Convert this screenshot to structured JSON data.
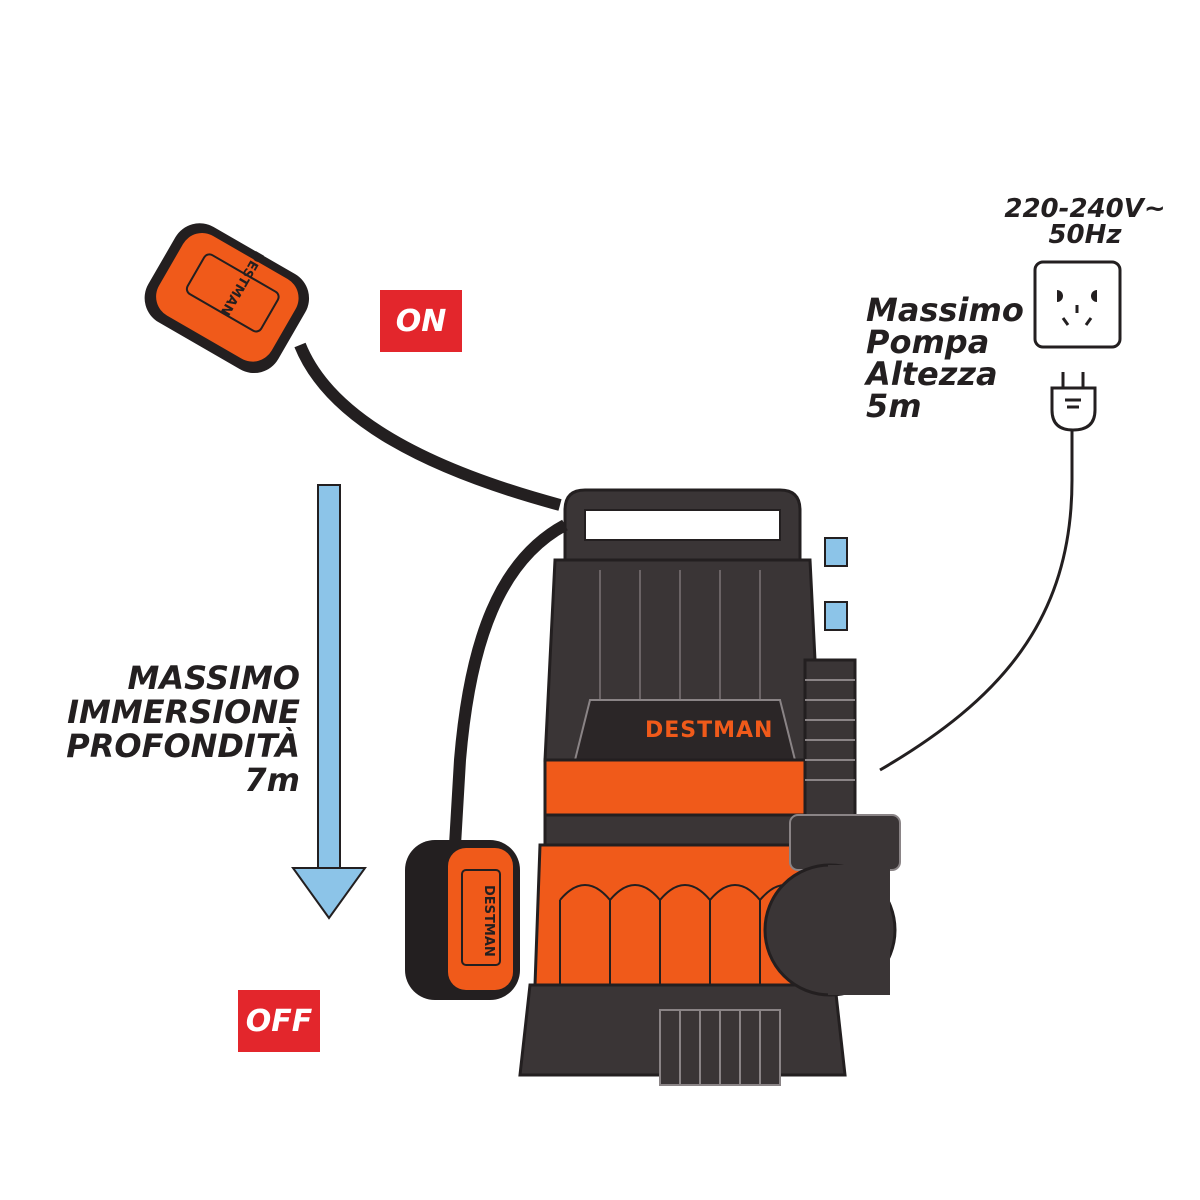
{
  "brand": "DESTMAN",
  "power": {
    "voltage": "220-240V~",
    "frequency": "50Hz"
  },
  "head_label": [
    "Massimo",
    "Pompa",
    "Altezza",
    "5m"
  ],
  "depth_label": [
    "MASSIMO",
    "IMMERSIONE",
    "PROFONDITÀ",
    "7m"
  ],
  "switch_states": {
    "on": "ON",
    "off": "OFF"
  },
  "colors": {
    "pump_orange": "#f05a1a",
    "pump_dark": "#3a3536",
    "arrow_blue": "#8cc4e8",
    "tag_red": "#e3262c",
    "outline": "#231f20"
  }
}
